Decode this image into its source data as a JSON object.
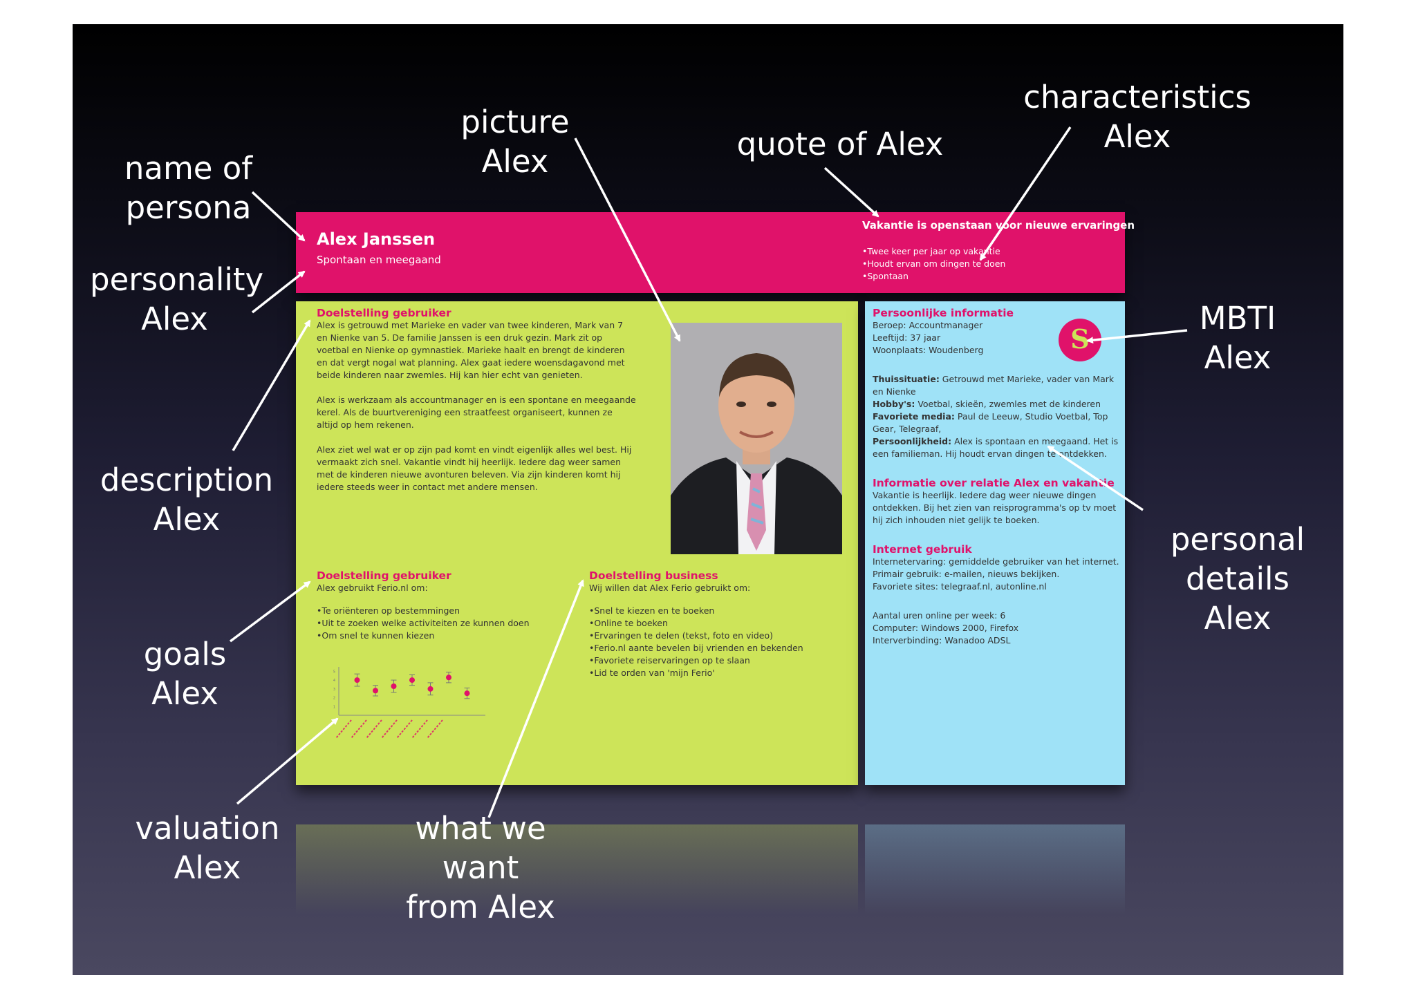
{
  "labels": {
    "name_of_persona": "name of\npersona",
    "personality": "personality\nAlex",
    "picture": "picture\nAlex",
    "quote": "quote of Alex",
    "characteristics": "characteristics\nAlex",
    "mbti": "MBTI\nAlex",
    "description": "description\nAlex",
    "goals": "goals\nAlex",
    "valuation": "valuation\nAlex",
    "what_we_want": "what we want\nfrom Alex",
    "personal_details": "personal\ndetails Alex"
  },
  "persona": {
    "name": "Alex Janssen",
    "personality": "Spontaan en meegaand",
    "quote": "Vakantie is openstaan voor nieuwe ervaringen",
    "characteristics": [
      "Twee keer per jaar op vakantie",
      "Houdt ervan om dingen te doen",
      "Spontaan"
    ],
    "mbti_letter": "S"
  },
  "description": {
    "heading": "Doelstelling gebruiker",
    "paragraphs": [
      "Alex is getrouwd met Marieke en vader van twee kinderen, Mark van 7 en Nienke van 5. De familie Janssen is een druk gezin. Mark zit op voetbal en Nienke op gymnastiek. Marieke haalt en brengt de kinderen en dat vergt nogal wat planning. Alex gaat iedere woensdagavond met beide kinderen naar zwemles. Hij kan hier echt van genieten.",
      "Alex is werkzaam als accountmanager en is een spontane en meegaande kerel. Als de buurtvereniging een straatfeest organiseert, kunnen ze altijd op hem rekenen.",
      "Alex ziet wel wat er op zijn pad komt en vindt eigenlijk alles wel best. Hij vermaakt zich snel. Vakantie vindt hij heerlijk. Iedere dag weer samen met de kinderen nieuwe avonturen beleven. Via zijn kinderen komt hij iedere steeds weer in contact met andere mensen."
    ]
  },
  "goals_user": {
    "heading": "Doelstelling gebruiker",
    "intro": "Alex gebruikt Ferio.nl om:",
    "items": [
      "Te oriënteren op bestemmingen",
      "Uit te zoeken welke activiteiten ze kunnen doen",
      "Om snel te kunnen kiezen"
    ]
  },
  "goals_business": {
    "heading": "Doelstelling business",
    "intro": "Wij willen dat Alex Ferio gebruikt om:",
    "items": [
      "Snel te kiezen en te boeken",
      "Online te boeken",
      "Ervaringen te delen (tekst, foto en video)",
      "Ferio.nl aante bevelen bij vrienden en bekenden",
      "Favoriete reiservaringen op te slaan",
      "Lid te orden van 'mijn Ferio'"
    ]
  },
  "chart_data": {
    "type": "scatter",
    "y_ticks": [
      "1",
      "2",
      "3",
      "4",
      "5"
    ],
    "ylim": [
      0,
      5.5
    ],
    "points": [
      {
        "value": 4.0,
        "low": 3.3,
        "high": 4.7
      },
      {
        "value": 2.8,
        "low": 2.2,
        "high": 3.4
      },
      {
        "value": 3.3,
        "low": 2.6,
        "high": 4.0
      },
      {
        "value": 4.0,
        "low": 3.4,
        "high": 4.6
      },
      {
        "value": 3.0,
        "low": 2.3,
        "high": 3.7
      },
      {
        "value": 4.3,
        "low": 3.7,
        "high": 4.9
      },
      {
        "value": 2.5,
        "low": 1.9,
        "high": 3.1
      }
    ]
  },
  "personal": {
    "heading1": "Persoonlijke informatie",
    "beroep": "Beroep: Accountmanager",
    "leeftijd": "Leeftijd: 37 jaar",
    "woonplaats": "Woonplaats: Woudenberg",
    "thuis_label": "Thuissituatie:",
    "thuis": " Getrouwd met Marieke, vader van Mark en Nienke",
    "hobby_label": "Hobby's:",
    "hobby": " Voetbal, skieën, zwemles met de kinderen",
    "media_label": "Favoriete media:",
    "media": " Paul de Leeuw, Studio Voetbal, Top Gear, Telegraaf,",
    "persoon_label": "Persoonlijkheid:",
    "persoon": " Alex is spontaan en meegaand. Het is een familieman. Hij houdt ervan dingen te ontdekken.",
    "heading2": "Informatie over relatie Alex en vakantie",
    "relatie": "Vakantie is heerlijk. Iedere dag weer nieuwe dingen ontdekken. Bij het zien van reisprogramma's op tv moet hij zich inhouden niet gelijk te boeken.",
    "heading3": "Internet gebruik",
    "internet": [
      "Internetervaring: gemiddelde gebruiker van het internet.",
      "Primair gebruik: e-mailen, nieuws bekijken.",
      "Favoriete sites: telegraaf.nl, autonline.nl"
    ],
    "internet2": [
      "Aantal uren online per week: 6",
      "Computer: Windows 2000, Firefox",
      "Interverbinding: Wanadoo ADSL"
    ]
  },
  "colors": {
    "magenta": "#e0126a",
    "lime": "#cde459",
    "sky": "#9fe2f7"
  }
}
